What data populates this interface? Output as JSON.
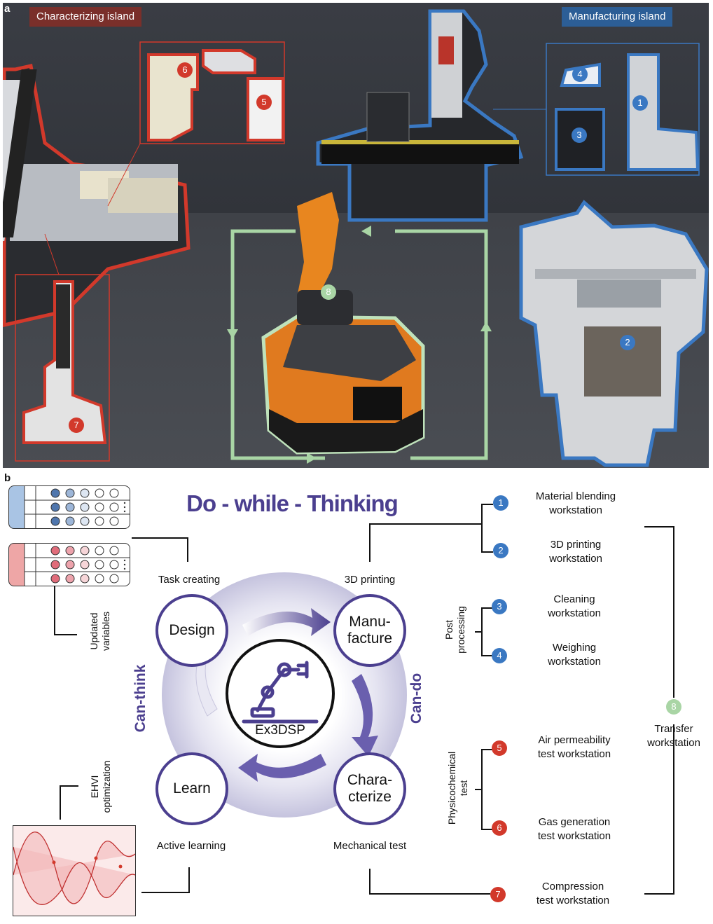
{
  "panel_a": {
    "letter": "a",
    "characterizing_island": "Characterizing island",
    "manufacturing_island": "Manufacturing island",
    "badges": [
      "1",
      "2",
      "3",
      "4",
      "5",
      "6",
      "7",
      "8"
    ]
  },
  "panel_b": {
    "letter": "b",
    "title": "Do - while - Thinking",
    "center_label": "Ex3DSP",
    "nodes": {
      "design": "Design",
      "manufacture": "Manu-\nfacture",
      "characterize": "Chara-\ncterize",
      "learn": "Learn"
    },
    "node_captions": {
      "design": "Task creating",
      "manufacture": "3D printing",
      "characterize": "Mechanical test",
      "learn": "Active learning"
    },
    "side_labels": {
      "can_think": "Can-think",
      "can_do": "Can-do"
    },
    "updated_variables": "Updated\nvariables",
    "ehvi": "EHVI\noptimization",
    "post_processing": "Post\nprocessing",
    "physicochemical_test": "Physicochemical\ntest",
    "workstations": [
      {
        "num": "1",
        "label": "Material blending\nworkstation",
        "color": "#3a78c2"
      },
      {
        "num": "2",
        "label": "3D printing\nworkstation",
        "color": "#3a78c2"
      },
      {
        "num": "3",
        "label": "Cleaning\nworkstation",
        "color": "#3a78c2"
      },
      {
        "num": "4",
        "label": "Weighing\nworkstation",
        "color": "#3a78c2"
      },
      {
        "num": "5",
        "label": "Air permeability\ntest workstation",
        "color": "#d2392b"
      },
      {
        "num": "6",
        "label": "Gas generation\ntest workstation",
        "color": "#d2392b"
      },
      {
        "num": "7",
        "label": "Compression\ntest workstation",
        "color": "#d2392b"
      },
      {
        "num": "8",
        "label": "Transfer\nworkstation",
        "color": "#a9d5a5"
      }
    ]
  },
  "colors": {
    "manufacturing_blue": "#3a78c2",
    "characterizing_red": "#d2392b",
    "transfer_green": "#a9d5a5",
    "cycle_purple": "#4b3f8f",
    "char_tag_bg": "#7a2f2a",
    "manu_tag_bg": "#2c5e96"
  }
}
